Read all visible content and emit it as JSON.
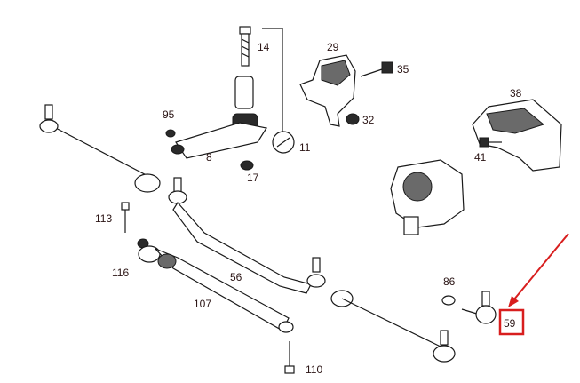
{
  "labels": {
    "p14": "14",
    "p29": "29",
    "p35": "35",
    "p38": "38",
    "p95": "95",
    "p32": "32",
    "p8": "8",
    "p11": "11",
    "p17": "17",
    "p41": "41",
    "p113": "113",
    "p116": "116",
    "p56": "56",
    "p107": "107",
    "p86": "86",
    "p59": "59",
    "p110": "110"
  },
  "colors": {
    "highlight": "#d81e1e",
    "ink": "#1a1a1a",
    "label": "#2a1414"
  },
  "highlighted_part": "59"
}
